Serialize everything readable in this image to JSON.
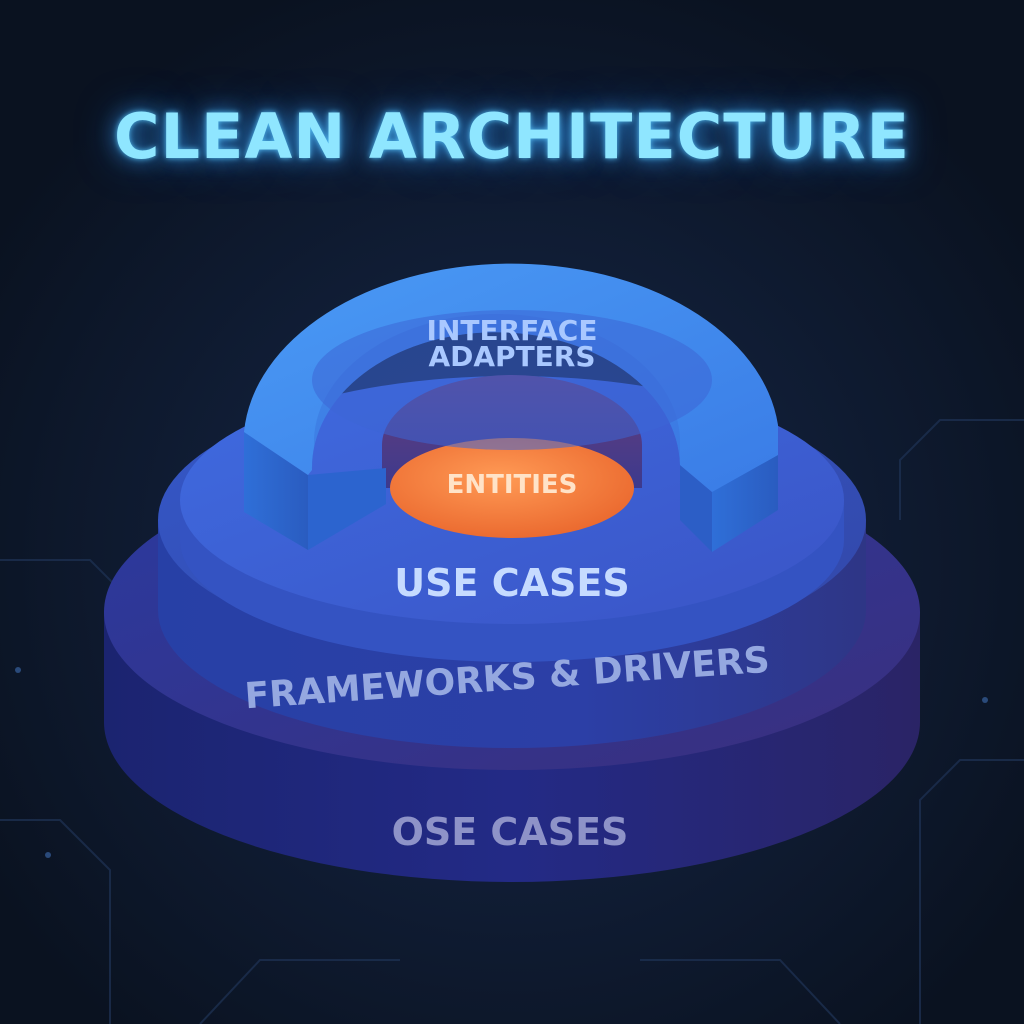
{
  "title": "CLEAN ARCHITECTURE",
  "layers": {
    "interface_adapters": {
      "line1": "INTERFACE",
      "line2": "ADAPTERS"
    },
    "entities": "ENTITIES",
    "use_cases": "USE CASES",
    "frameworks_drivers": "FRAMEWORKS & DRIVERS",
    "outer": "OSE CASES"
  },
  "colors": {
    "background": "#0c1626",
    "title_glow": "#8fe6ff",
    "outer_disc": "#262d86",
    "frameworks_disc": "#2f4ab4",
    "use_cases_disc": "#3a62d6",
    "adapter_ring": "#3f88ec",
    "entities_core": "#f47a3c"
  }
}
